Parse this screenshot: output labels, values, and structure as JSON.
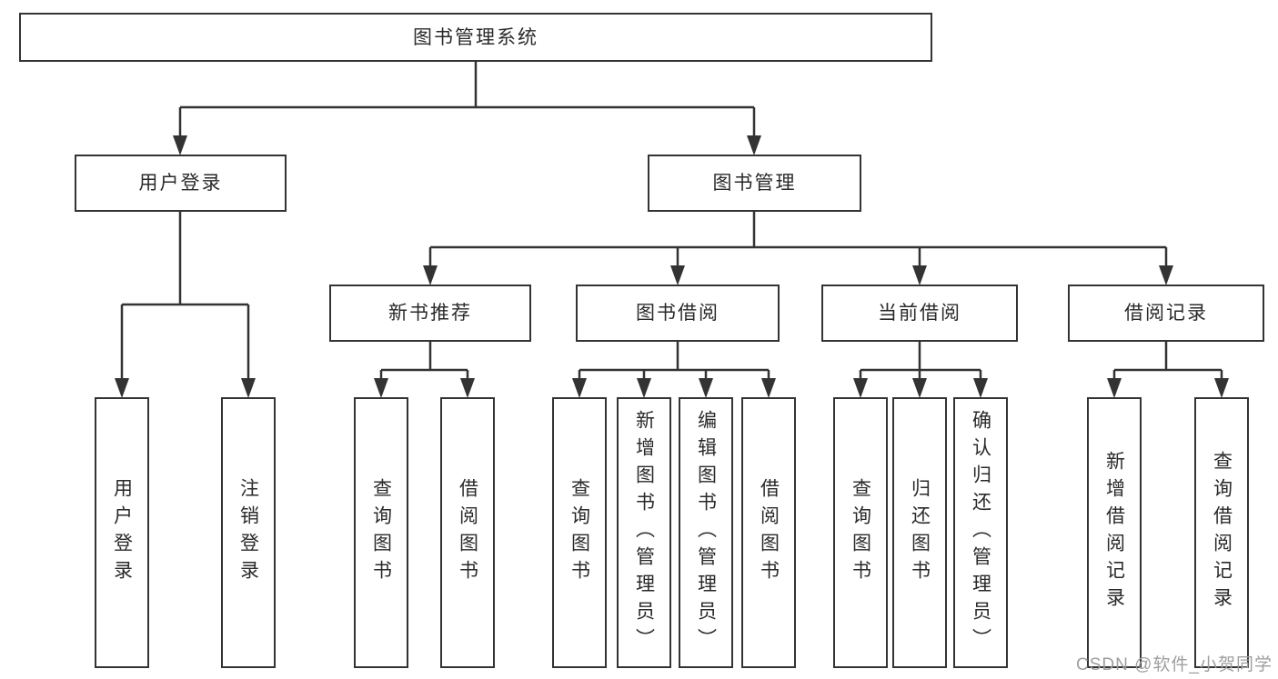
{
  "diagram": {
    "root": {
      "label": "图书管理系统"
    },
    "level2": [
      {
        "id": "user-login",
        "label": "用户登录"
      },
      {
        "id": "book-management",
        "label": "图书管理"
      }
    ],
    "level3": [
      {
        "id": "new-book-recommend",
        "label": "新书推荐"
      },
      {
        "id": "book-borrow",
        "label": "图书借阅"
      },
      {
        "id": "current-borrow",
        "label": "当前借阅"
      },
      {
        "id": "borrow-records",
        "label": "借阅记录"
      }
    ],
    "leaves": {
      "user_login": [
        {
          "label": "用户登录"
        },
        {
          "label": "注销登录"
        }
      ],
      "new_book_recommend": [
        {
          "label": "查询图书"
        },
        {
          "label": "借阅图书"
        }
      ],
      "book_borrow": [
        {
          "label": "查询图书"
        },
        {
          "label": "新增图书（管理员）"
        },
        {
          "label": "编辑图书（管理员）"
        },
        {
          "label": "借阅图书"
        }
      ],
      "current_borrow": [
        {
          "label": "查询图书"
        },
        {
          "label": "归还图书"
        },
        {
          "label": "确认归还（管理员）"
        }
      ],
      "borrow_records": [
        {
          "label": "新增借阅记录"
        },
        {
          "label": "查询借阅记录"
        }
      ]
    }
  },
  "watermark": {
    "text": "CSDN @软件_小贺同学"
  },
  "colors": {
    "line": "#333333",
    "border": "#333333",
    "text": "#2a2a2a",
    "watermark": "#9e9e9e",
    "background": "#ffffff"
  }
}
